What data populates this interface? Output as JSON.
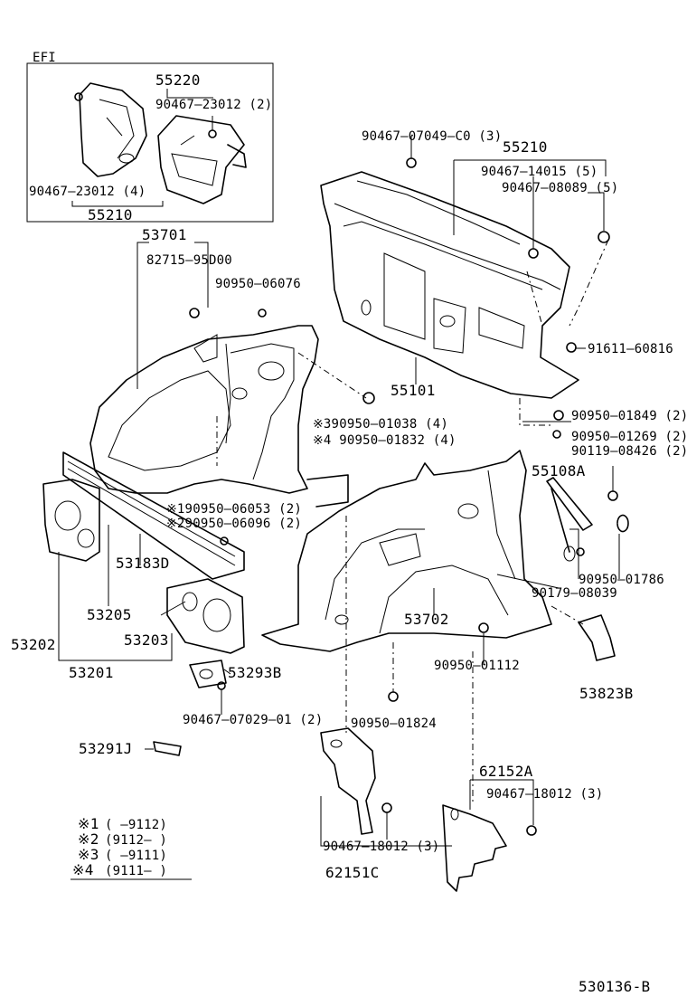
{
  "diagram_id": "530136-B",
  "efi_box": {
    "tag": "EFI",
    "top_part": "55220",
    "bolt_right": "90467–23012 (2)",
    "bolt_left": "90467–23012 (4)",
    "bottom_part": "55210"
  },
  "labels": {
    "p53701": "53701",
    "p82715": "82715–95D00",
    "p90950_06076": "90950–06076",
    "p90467_07049": "90467–07049–C0 (3)",
    "p55210_b": "55210",
    "p90467_14015": "90467–14015 (5)",
    "p90467_08089": "90467–08089 (5)",
    "p91611": "91611–60816",
    "p55101": "55101",
    "p90950_01038": "※390950–01038 (4)",
    "p90950_01832": "※4 90950–01832 (4)",
    "p90950_01849": "90950–01849 (2)",
    "p90950_01269": "90950–01269 (2)",
    "p90119_08426": "90119–08426 (2)",
    "p55108A": "55108A",
    "p90950_06053": "※190950–06053 (2)",
    "p90950_06096": "※290950–06096 (2)",
    "p53183D": "53183D",
    "p90950_01786": "90950–01786",
    "p90179_08039": "90179–08039",
    "p53205": "53205",
    "p53202": "53202",
    "p53203": "53203",
    "p53201": "53201",
    "p53702": "53702",
    "p90950_01112": "90950–01112",
    "p53823B": "53823B",
    "p53293B": "53293B",
    "p90467_07029": "90467–07029–01 (2)",
    "p90950_01824": "90950–01824",
    "p53291J": "53291J",
    "p62152A": "62152A",
    "p90467_18012_a": "90467–18012 (3)",
    "p90467_18012_b": "90467–18012 (3)",
    "p62151C": "62151C"
  },
  "notes": [
    {
      "mark": "※1",
      "range": "(     –9112)"
    },
    {
      "mark": "※2",
      "range": "(9112–     )"
    },
    {
      "mark": "※3",
      "range": "(     –9111)"
    },
    {
      "mark": "※4",
      "range": "(9111–     )"
    }
  ]
}
